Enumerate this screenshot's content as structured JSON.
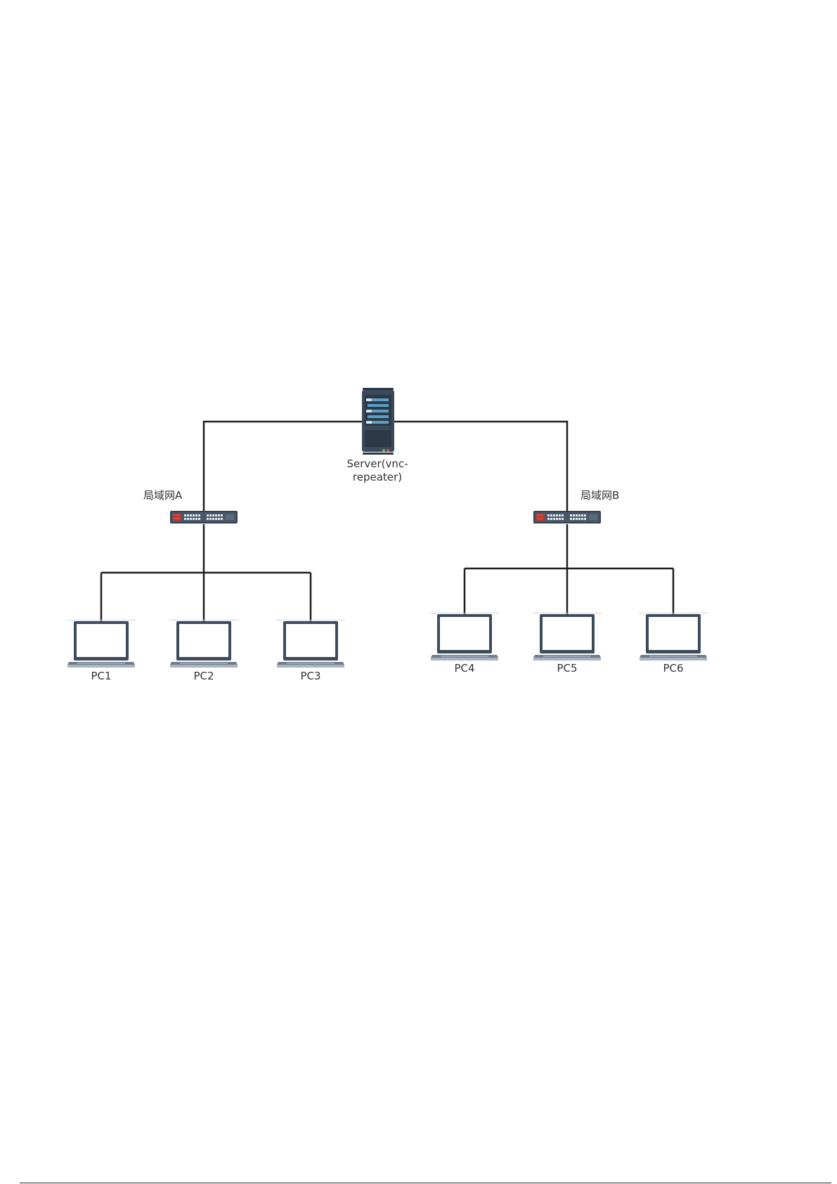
{
  "diagram": {
    "server": {
      "label_line1": "Server(vnc-",
      "label_line2": "repeater)"
    },
    "lan_a": {
      "label": "局域网A"
    },
    "lan_b": {
      "label": "局域网B"
    },
    "pcs": [
      {
        "label": "PC1"
      },
      {
        "label": "PC2"
      },
      {
        "label": "PC3"
      },
      {
        "label": "PC4"
      },
      {
        "label": "PC5"
      },
      {
        "label": "PC6"
      }
    ]
  },
  "colors": {
    "wire": "#1e1e1e",
    "device_dark": "#3b4a5a",
    "device_light": "#5aa0c8",
    "switch_body": "#34414f",
    "switch_port_red": "#d9534f",
    "laptop_frame": "#3d4c5c",
    "laptop_base": "#a9b4bf"
  }
}
